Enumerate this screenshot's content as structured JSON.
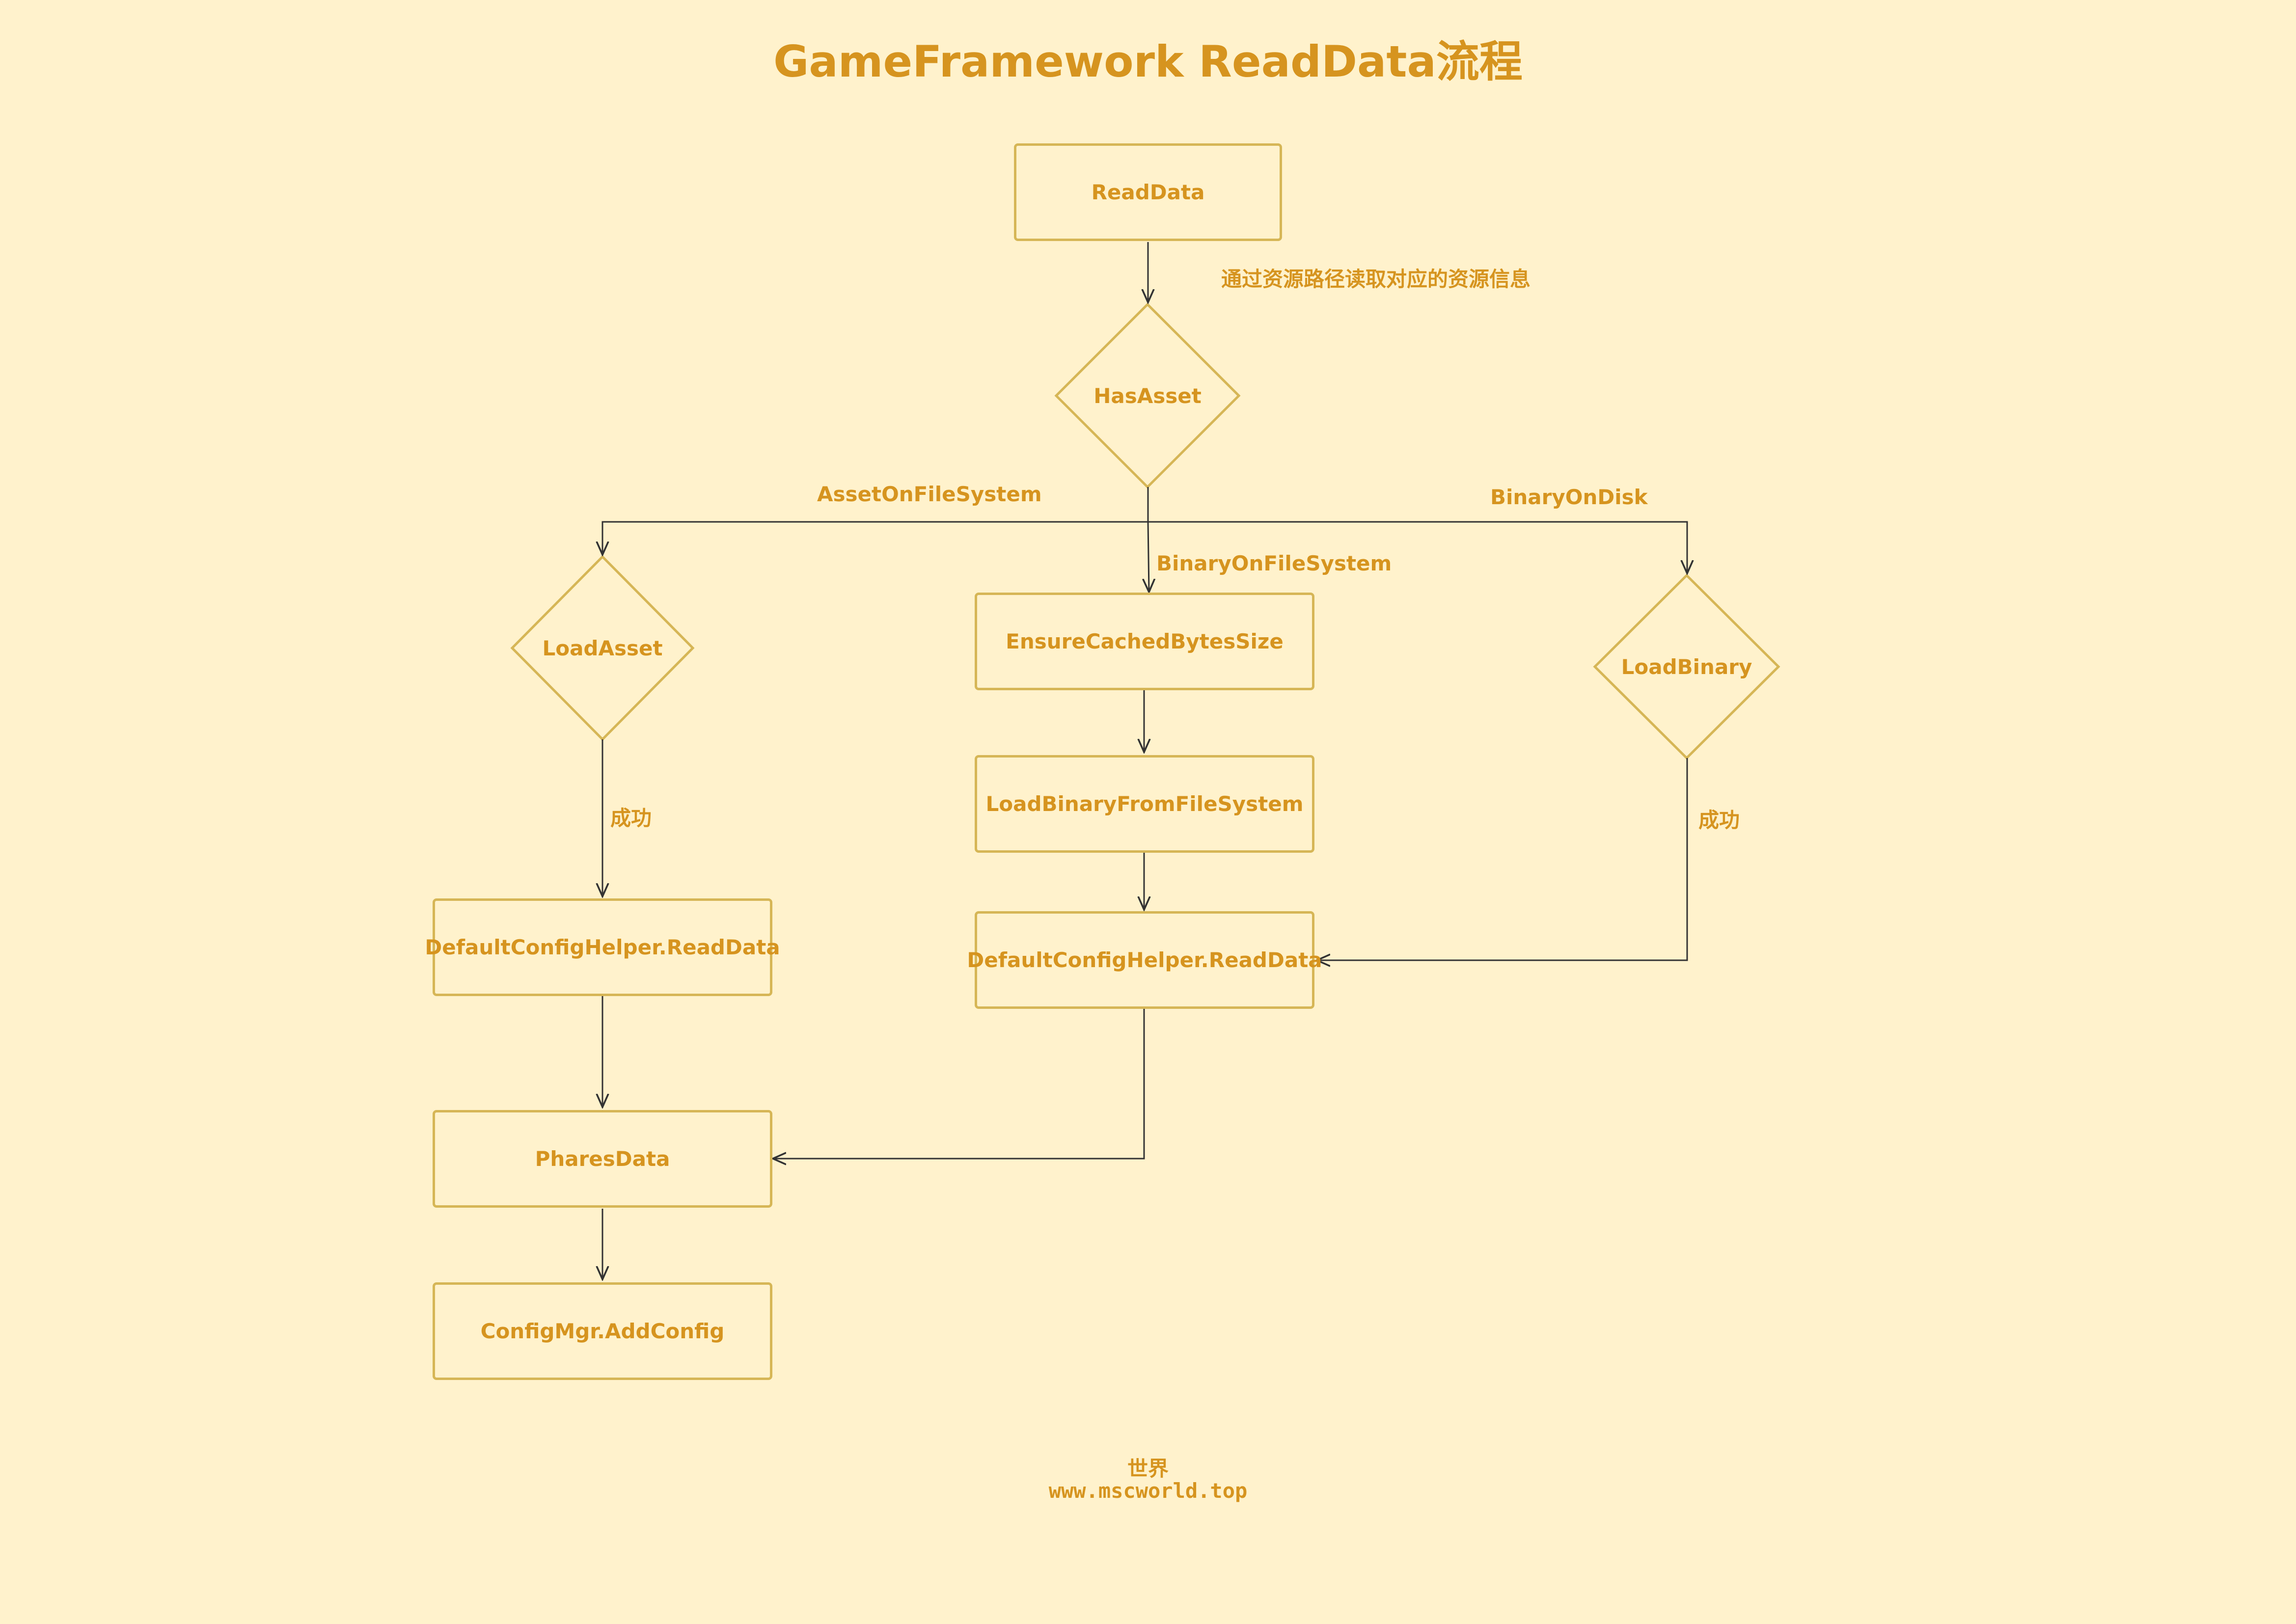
{
  "title": "GameFramework ReadData流程",
  "nodes": {
    "read_data": "ReadData",
    "has_asset": "HasAsset",
    "load_asset": "LoadAsset",
    "ensure_cached": "EnsureCachedBytesSize",
    "load_binary": "LoadBinary",
    "load_binary_fs": "LoadBinaryFromFileSystem",
    "default_helper_left": "DefaultConfigHelper.ReadData",
    "default_helper_center": "DefaultConfigHelper.ReadData",
    "phares_data": "PharesData",
    "config_add": "ConfigMgr.AddConfig"
  },
  "edge_labels": {
    "read_path": "通过资源路径读取对应的资源信息",
    "asset_on_fs": "AssetOnFileSystem",
    "binary_on_disk": "BinaryOnDisk",
    "binary_on_fs": "BinaryOnFileSystem",
    "success_left": "成功",
    "success_right": "成功"
  },
  "footer": {
    "line1": "世界",
    "line2": "www.mscworld.top"
  },
  "colors": {
    "background": "#fff2cc",
    "stroke": "#d6b656",
    "text": "#d6941f",
    "edge": "#333333"
  }
}
